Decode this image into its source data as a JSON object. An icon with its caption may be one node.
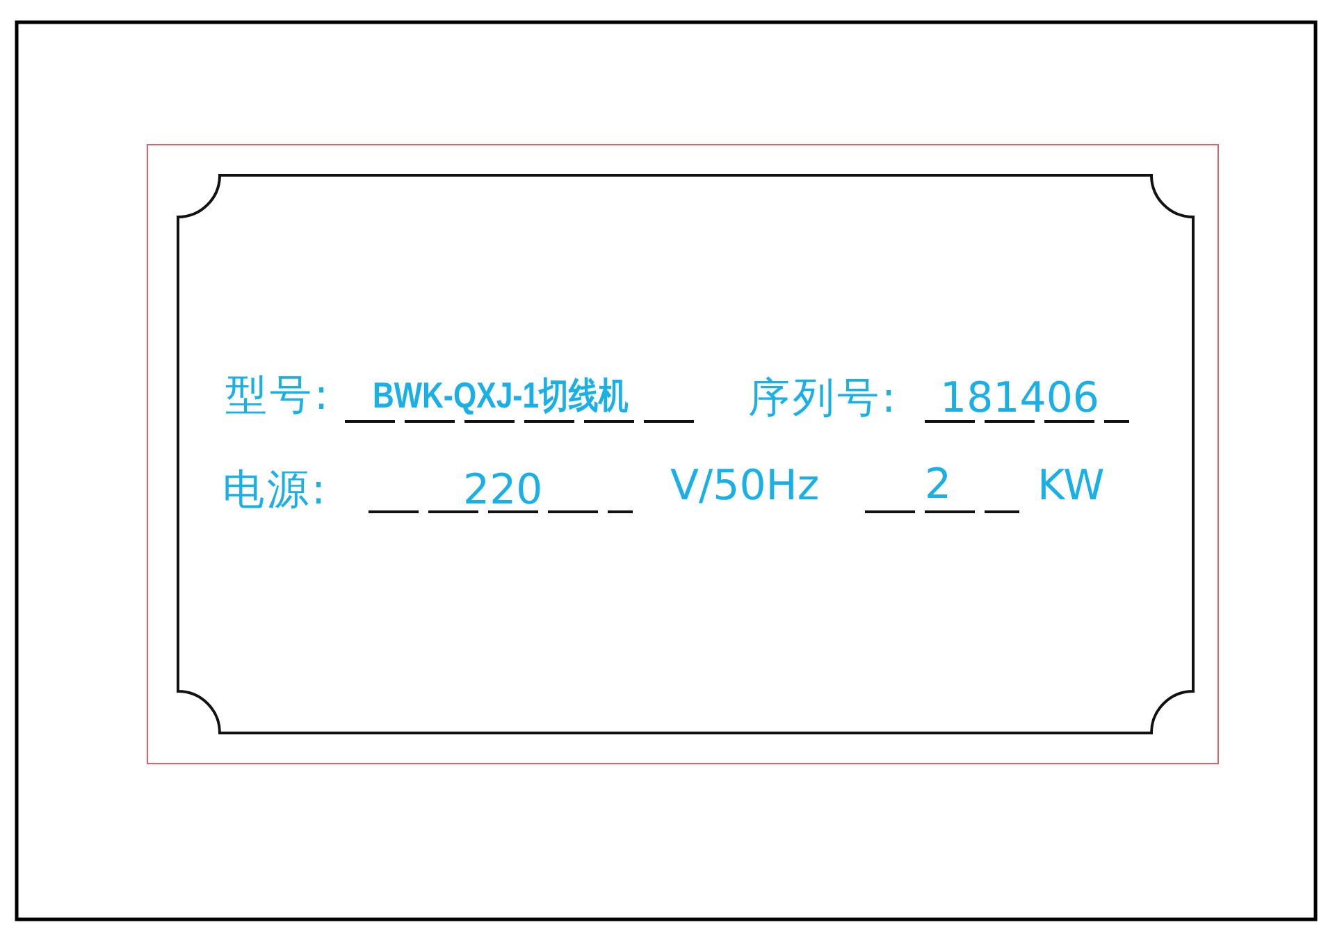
{
  "diagram": {
    "labels": [
      "型号:",
      "BWK-QXJ-1切线机",
      "序列号:",
      "181406",
      "电源:",
      "220",
      "V/50Hz",
      "2",
      "KW"
    ]
  }
}
